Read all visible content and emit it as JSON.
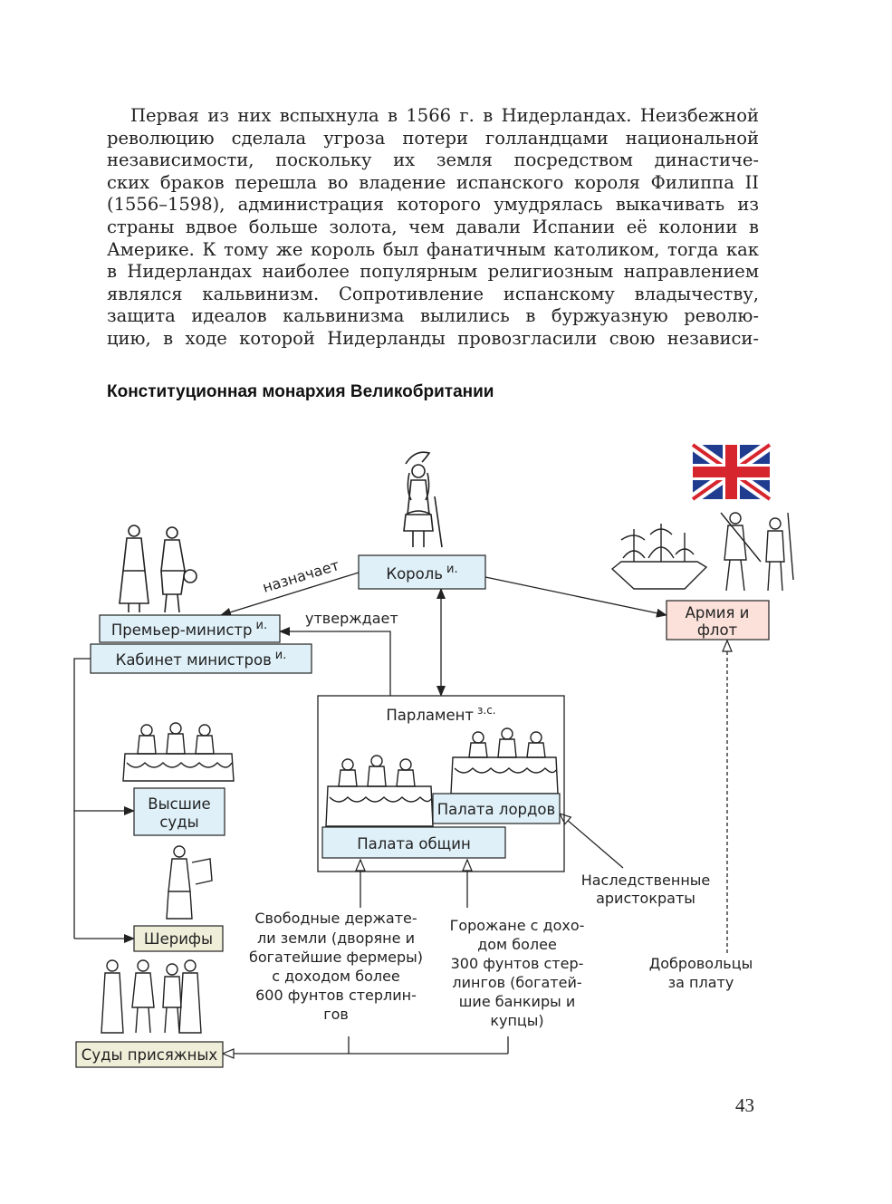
{
  "paragraph_lines": [
    "Первая из них вспыхнула в 1566 г. в Нидерландах. Неизбежной",
    "революцию сделала угроза потери голландцами национальной",
    "независимости, поскольку их земля посредством династиче-",
    "ских браков перешла во владение испанского короля Филиппа II",
    "(1556–1598), администрация которого умудрялась выкачивать из",
    "страны вдвое больше золота, чем давали Испании её колонии в",
    "Америке. К тому же король был фанатичным католиком, тогда как",
    "в Нидерландах наиболее популярным религиозным направлением",
    "являлся кальвинизм. Сопротивление испанскому владычеству,",
    "защита идеалов кальвинизма вылились в буржуазную револю-",
    "цию, в ходе которой Нидерланды провозгласили свою независи-"
  ],
  "diagram": {
    "title": "Конституционная монархия Великобритании",
    "king": {
      "label": "Король",
      "sup": "и."
    },
    "prime_minister": {
      "label": "Премьер-министр",
      "sup": "и."
    },
    "cabinet": {
      "label": "Кабинет министров",
      "sup": "и."
    },
    "army": {
      "line1": "Армия и",
      "line2": "флот"
    },
    "parliament": {
      "label": "Парламент",
      "sup": "з.с."
    },
    "lords": {
      "label": "Палата лордов"
    },
    "commons": {
      "label": "Палата общин"
    },
    "high_courts": {
      "line1": "Высшие",
      "line2": "суды"
    },
    "sheriffs": {
      "label": "Шерифы"
    },
    "juries": {
      "label": "Суды присяжных"
    },
    "appoints_label": "назначает",
    "approves_label": "утверждает",
    "hereditary": {
      "line1": "Наследственные",
      "line2": "аристократы"
    },
    "volunteers": {
      "line1": "Добровольцы",
      "line2": "за плату"
    },
    "freeholders": {
      "lines": [
        "Свободные держате-",
        "ли земли (дворяне и",
        "богатейшие фермеры)",
        "с доходом более",
        "600 фунтов стерлин-",
        "гов"
      ]
    },
    "townsmen": {
      "lines": [
        "Горожане с дохо-",
        "дом более",
        "300 фунтов стер-",
        "лингов (богатей-",
        "шие банкиры и",
        "купцы)"
      ]
    },
    "icons": [
      "flag-of-great-britain-icon",
      "king-figure-icon",
      "ministers-figures-icon",
      "army-fleet-icon",
      "judges-table-icon",
      "commons-table-icon",
      "lords-table-icon",
      "sheriff-figure-icon",
      "jury-figures-icon"
    ],
    "colors": {
      "blue_box": "#dff0f8",
      "army_box": "#fbe1d9",
      "beige_box": "#efeed9",
      "line": "#222222",
      "flag_blue": "#1f3c8f",
      "flag_red": "#d7252e"
    }
  },
  "page_number": "43"
}
